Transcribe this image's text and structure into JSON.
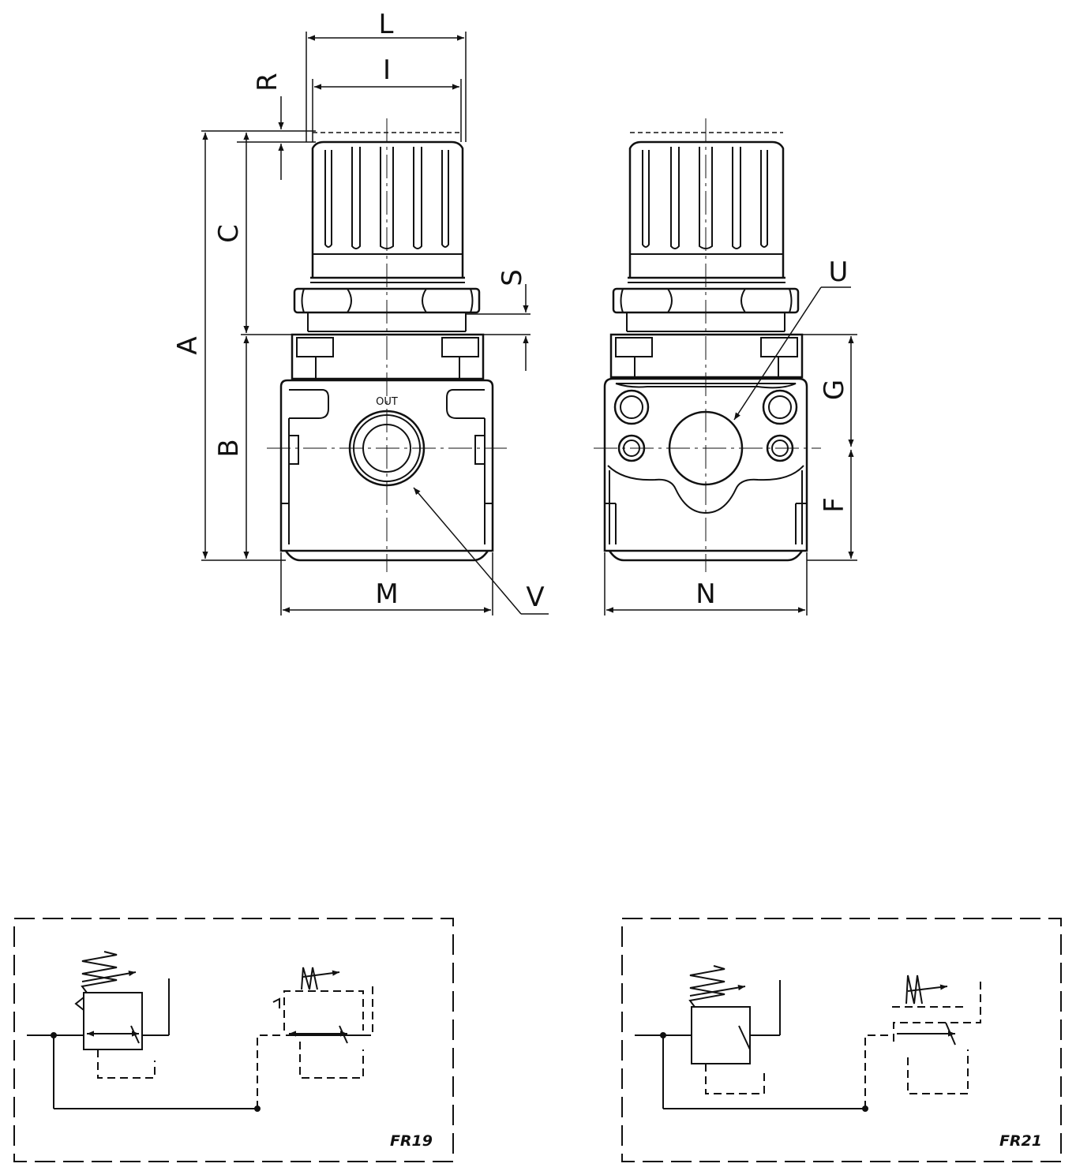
{
  "front_view": {
    "port_label": "OUT",
    "dimensions": {
      "L": "L",
      "I": "I",
      "R": "R",
      "C": "C",
      "A": "A",
      "B": "B",
      "S": "S",
      "M": "M",
      "V": "V"
    }
  },
  "side_view": {
    "dimensions": {
      "U": "U",
      "G": "G",
      "F": "F",
      "N": "N"
    }
  },
  "symbols": [
    {
      "code": "FR19"
    },
    {
      "code": "FR21"
    }
  ],
  "colors": {
    "line": "#111111",
    "background": "#ffffff"
  }
}
